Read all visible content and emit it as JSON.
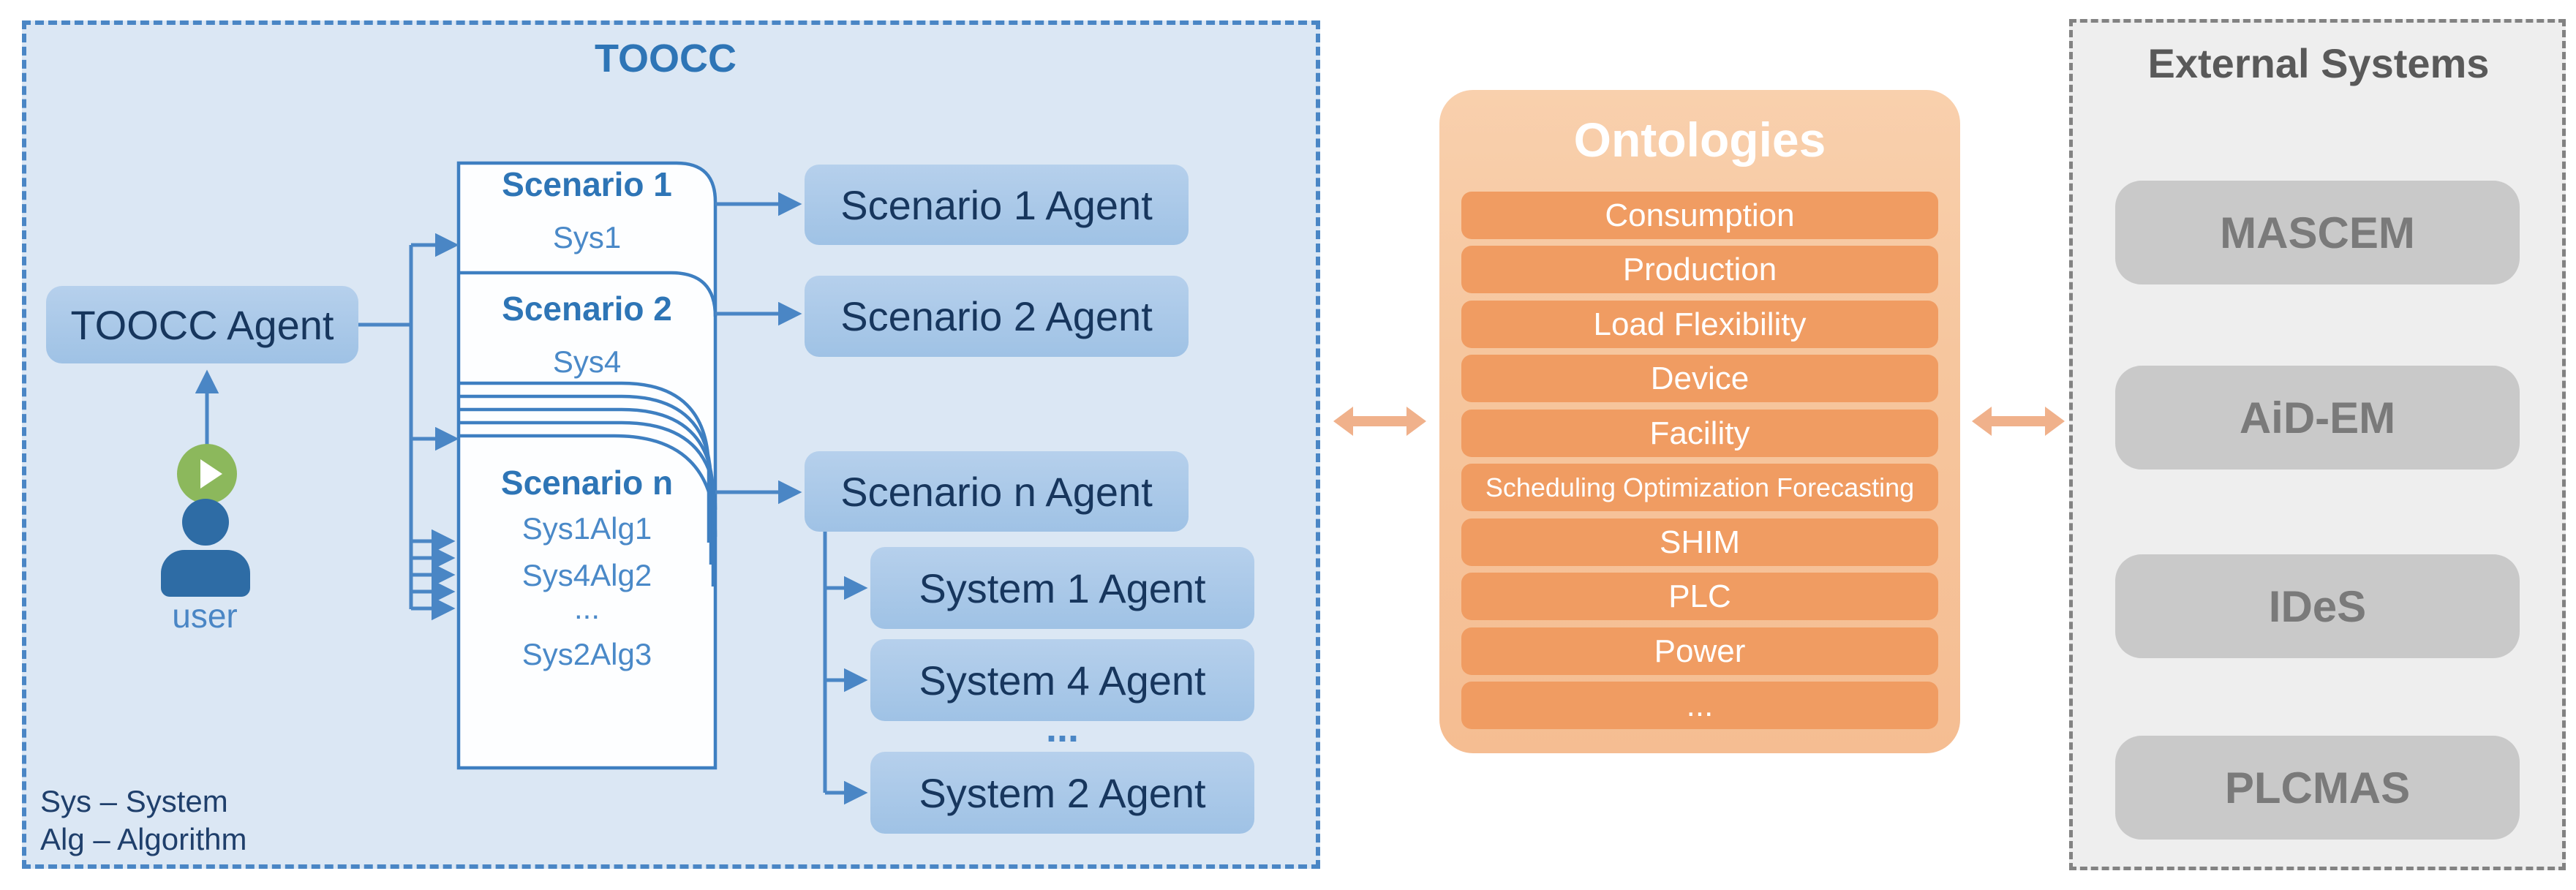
{
  "toocc": {
    "title": "TOOCC",
    "agent": "TOOCC Agent",
    "user_label": "user",
    "legend_line1": "Sys – System",
    "legend_line2": "Alg – Algorithm",
    "scenario1_title": "Scenario 1",
    "scenario1_detail": "Sys1",
    "scenario2_title": "Scenario 2",
    "scenario2_detail": "Sys4",
    "scenarioN_title": "Scenario n",
    "scenarioN_detail1": "Sys1Alg1",
    "scenarioN_detail2": "Sys4Alg2",
    "scenarioN_ellipsis": "...",
    "scenarioN_detail3": "Sys2Alg3",
    "scenario_agent1": "Scenario 1 Agent",
    "scenario_agent2": "Scenario 2 Agent",
    "scenario_agentN": "Scenario n Agent",
    "system_agent1": "System 1 Agent",
    "system_agent4": "System 4 Agent",
    "system_agents_ellipsis": "...",
    "system_agent2": "System 2 Agent"
  },
  "ontologies": {
    "title": "Ontologies",
    "items": [
      "Consumption",
      "Production",
      "Load Flexibility",
      "Device",
      "Facility",
      "Scheduling Optimization Forecasting",
      "SHIM",
      "PLC",
      "Power",
      "..."
    ]
  },
  "external": {
    "title": "External Systems",
    "items": [
      "MASCEM",
      "AiD-EM",
      "IDeS",
      "PLCMAS"
    ]
  },
  "colors": {
    "toocc_fill": "#dbe7f4",
    "toocc_border": "#4a86c5",
    "blue_title": "#2e75b6",
    "navy_text": "#17365d",
    "line_blue": "#4a86c5",
    "page_stroke": "#3e7fc1",
    "detail_blue": "#4a89c8",
    "agent_box_blue": "#a6c6e7",
    "green_icon": "#8cb85c",
    "person_blue": "#2e6ca5",
    "ontology_panel": "#f6c49c",
    "ontology_item": "#f09c62",
    "orange_arrow": "#f0b18b",
    "external_fill": "#eeeeee",
    "external_border": "#828282",
    "external_box": "#c9c9c9",
    "external_text": "#7a7a7a"
  }
}
